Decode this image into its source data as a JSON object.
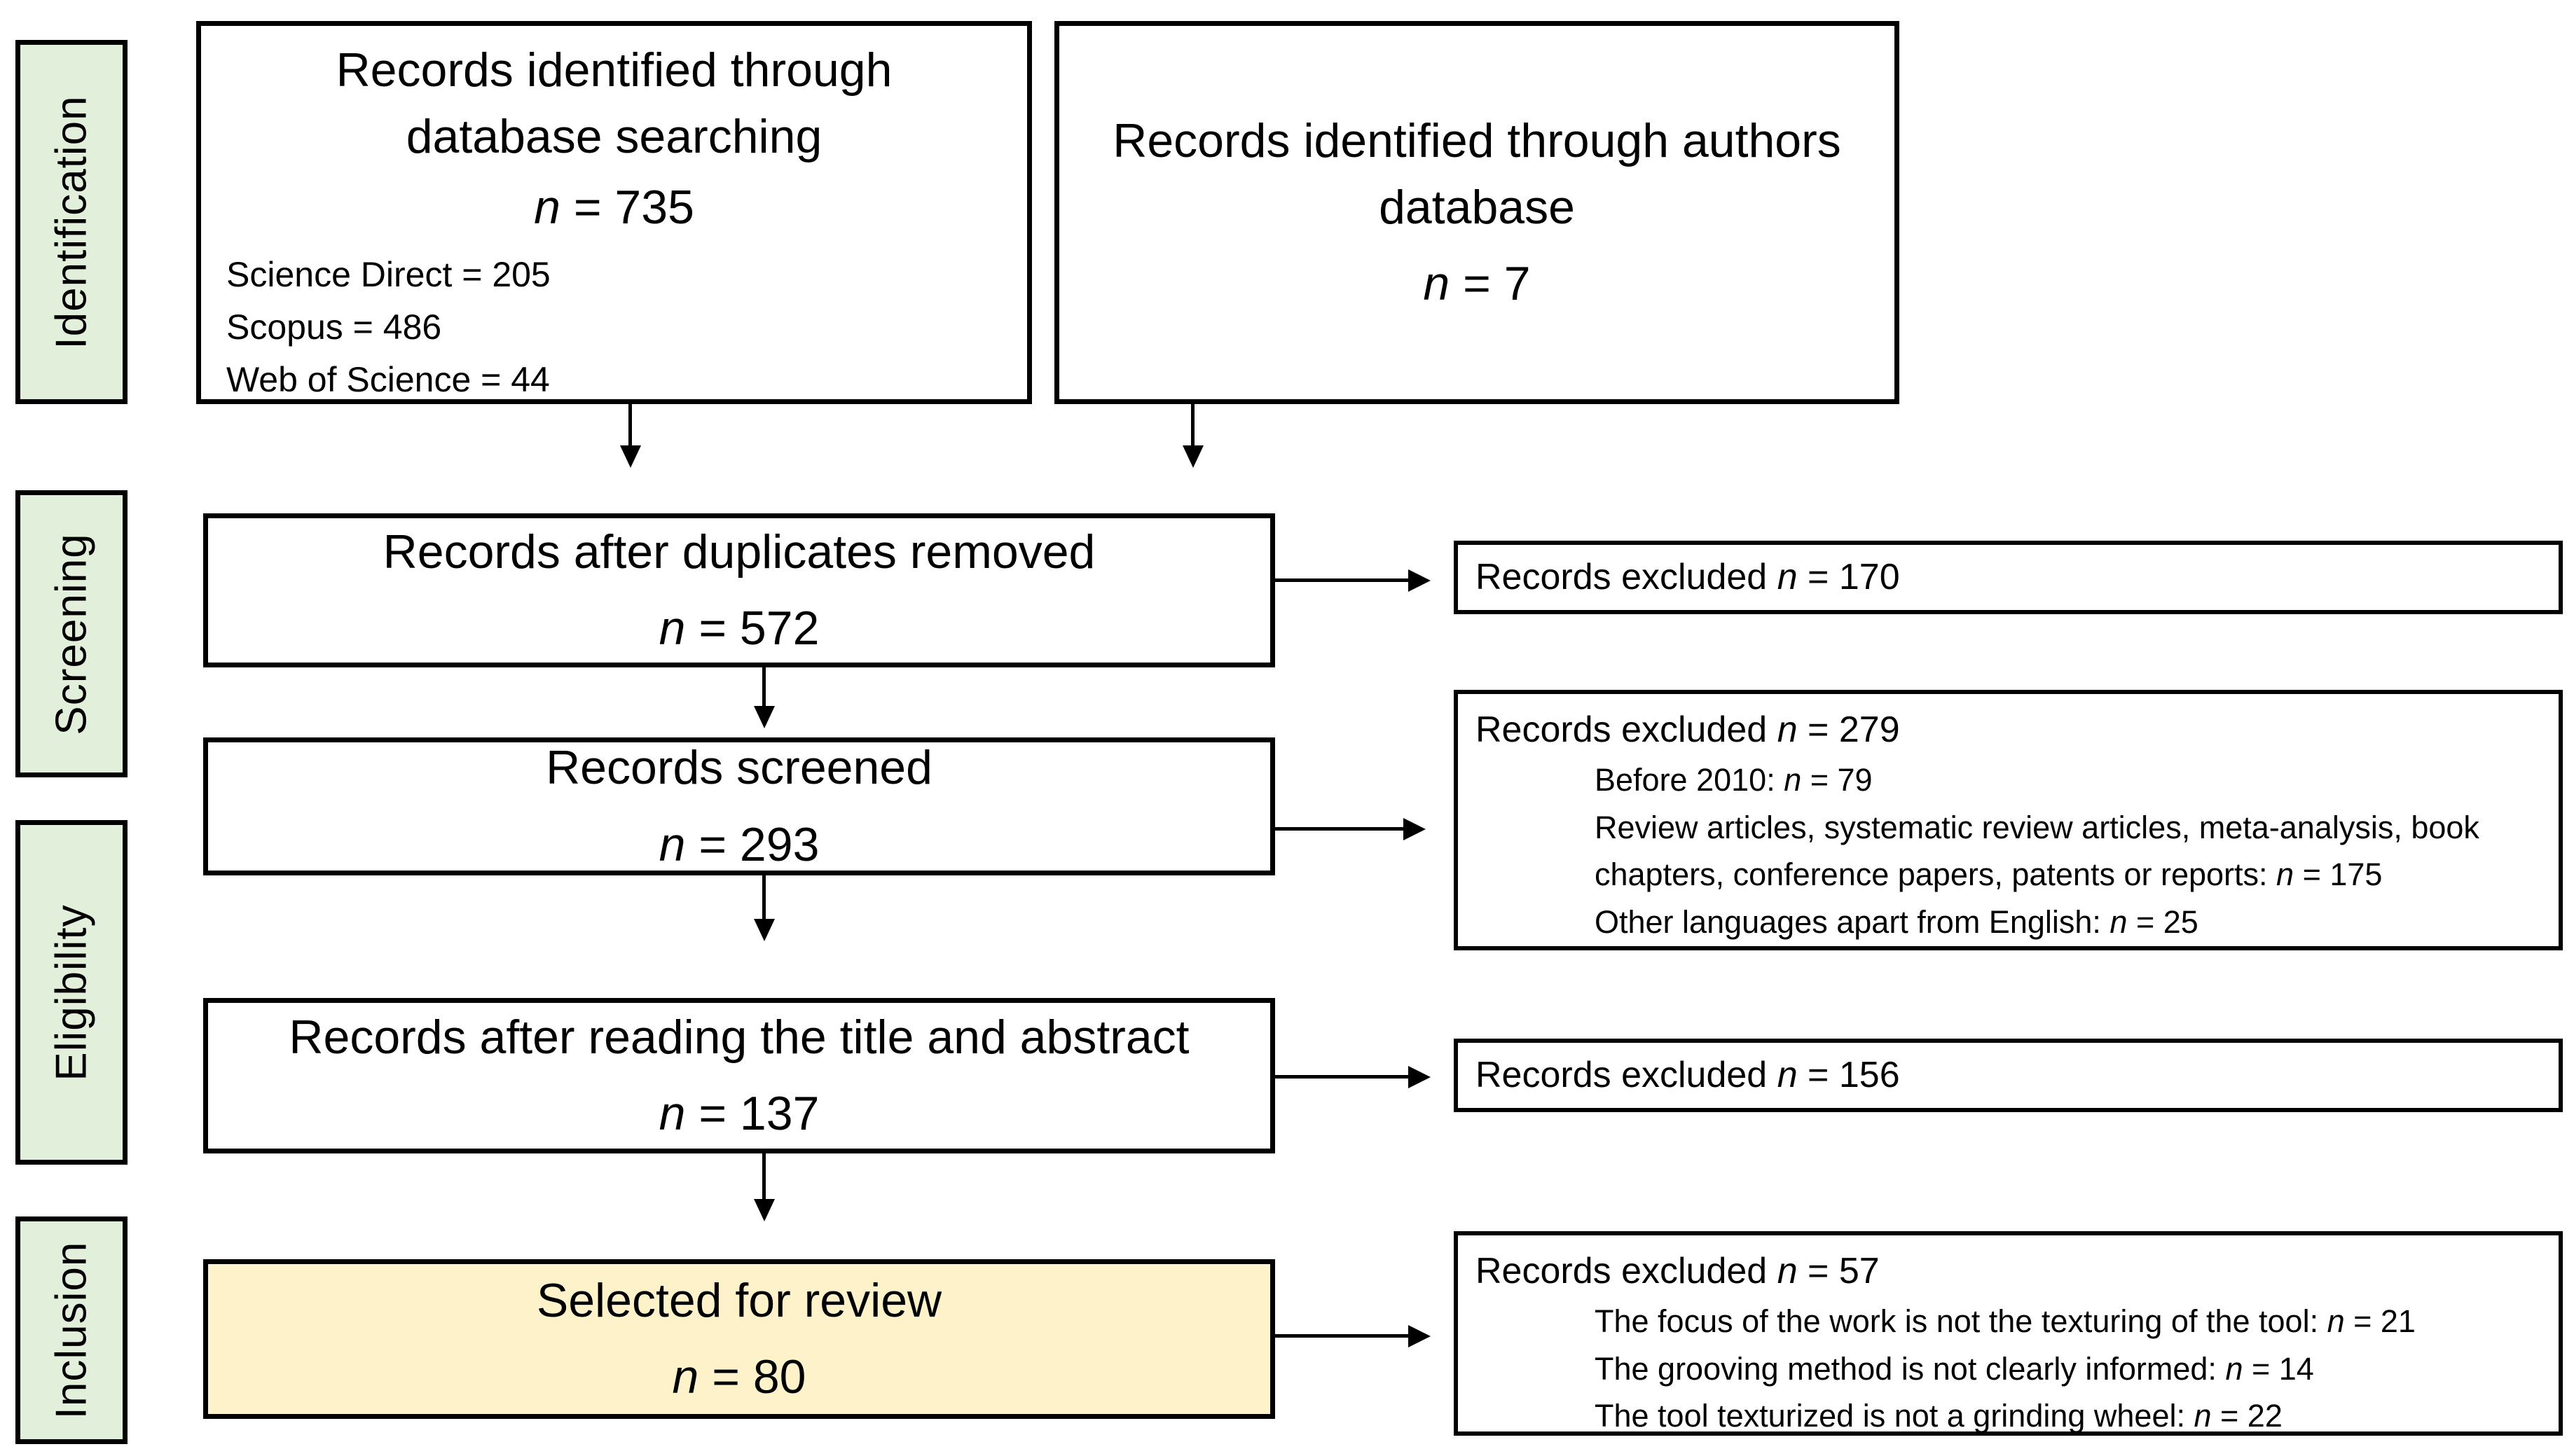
{
  "colors": {
    "stage-fill": "#e2efda",
    "highlight-fill": "#fef2cb",
    "box-fill": "#ffffff",
    "line": "#000000"
  },
  "stages": [
    {
      "label": "Identification"
    },
    {
      "label": "Screening"
    },
    {
      "label": "Eligibility"
    },
    {
      "label": "Inclusion"
    }
  ],
  "flow": [
    {
      "title": "Records identified through database searching",
      "count": "n = 735",
      "details": [
        "Science Direct = 205",
        "Scopus = 486",
        "Web of Science = 44"
      ]
    },
    {
      "title": "Records identified through authors database",
      "count": "n = 7"
    },
    {
      "title": "Records after duplicates removed",
      "count": "n = 572"
    },
    {
      "title": "Records screened",
      "count": "n = 293"
    },
    {
      "title": "Records after reading the title and abstract",
      "count": "n = 137"
    },
    {
      "title": "Selected for review",
      "count": "n = 80"
    }
  ],
  "excluded": [
    {
      "summary": "Records excluded n = 170",
      "reasons": []
    },
    {
      "summary": "Records excluded n = 279",
      "reasons": [
        "Before 2010: n = 79",
        "Review articles, systematic review articles, meta-analysis, book chapters, conference papers, patents or reports: n = 175",
        "Other languages apart from English: n = 25"
      ]
    },
    {
      "summary": "Records excluded n = 156",
      "reasons": []
    },
    {
      "summary": "Records excluded n = 57",
      "reasons": [
        "The focus of the work is not the texturing of the tool: n = 21",
        "The grooving method is not clearly informed: n = 14",
        "The tool texturized is not a grinding wheel: n = 22"
      ]
    }
  ]
}
